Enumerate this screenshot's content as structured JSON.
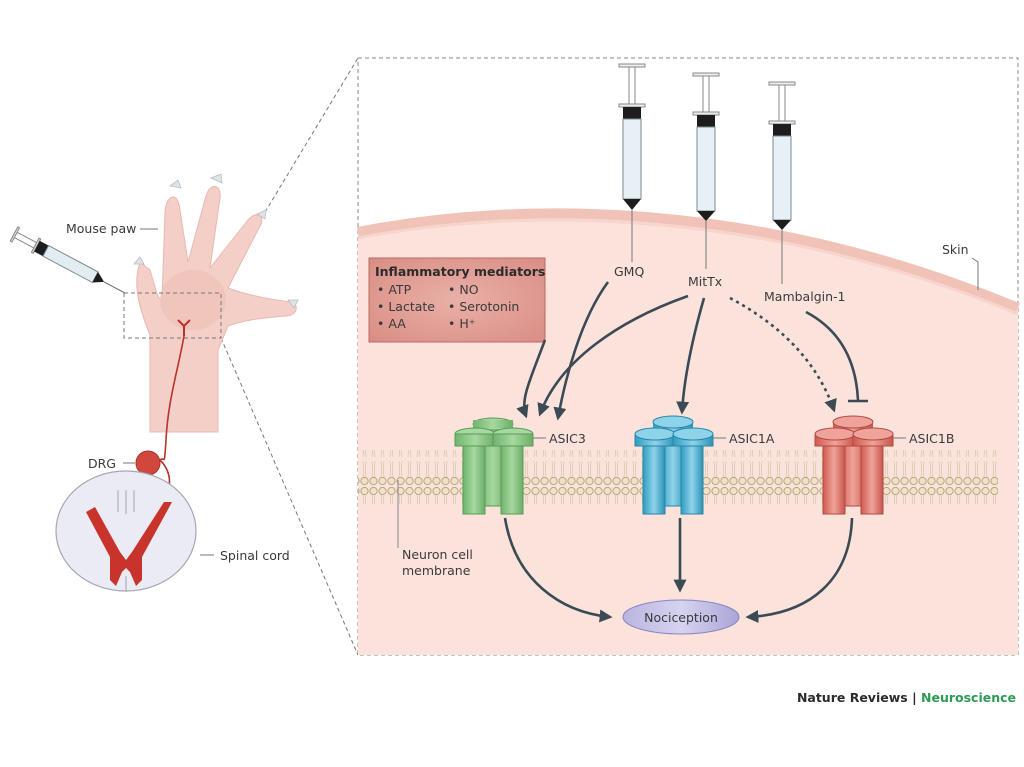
{
  "left_panel": {
    "mouse_paw_label": "Mouse paw",
    "drg_label": "DRG",
    "spinal_cord_label": "Spinal cord"
  },
  "inset": {
    "skin_label": "Skin",
    "membrane_label_line1": "Neuron cell",
    "membrane_label_line2": "membrane",
    "mediators": {
      "title": "Inflammatory mediators",
      "items": [
        "• ATP",
        "• Lactate",
        "• AA",
        "• NO",
        "• Serotonin",
        "• H⁺"
      ]
    },
    "compounds": [
      "GMQ",
      "MitTx",
      "Mambalgin-1"
    ],
    "channels": [
      {
        "name": "ASIC3",
        "color": "#7cc07a"
      },
      {
        "name": "ASIC1A",
        "color": "#3fa9c9"
      },
      {
        "name": "ASIC1B",
        "color": "#d9655a"
      }
    ],
    "outcome": "Nociception"
  },
  "credit": {
    "journal": "Nature Reviews",
    "separator": " | ",
    "subject": "Neuroscience"
  }
}
